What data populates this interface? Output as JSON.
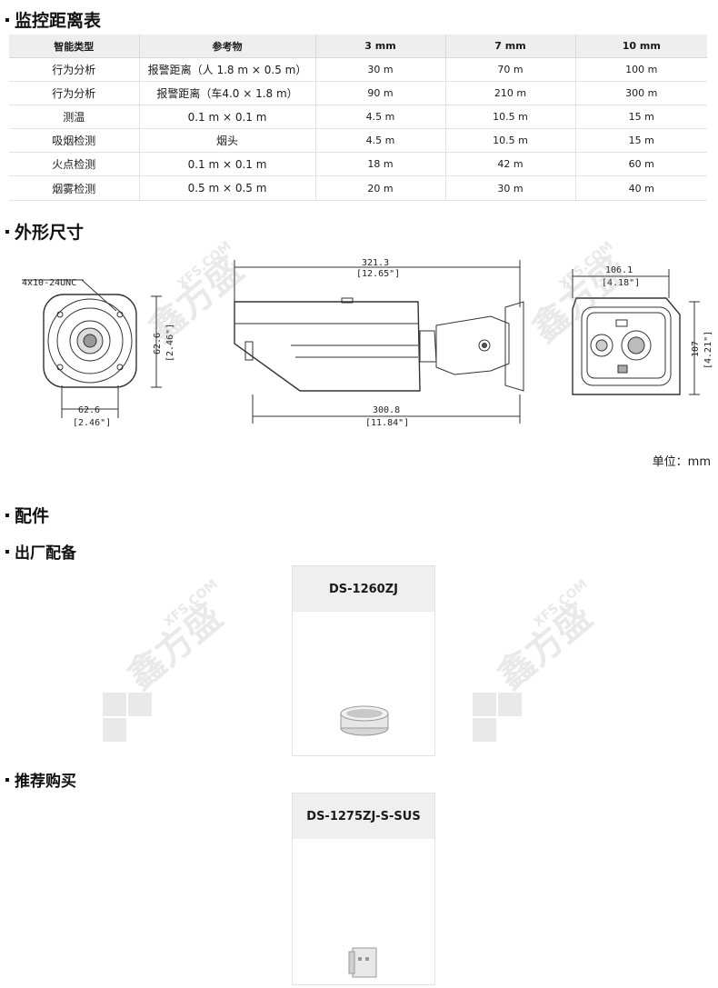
{
  "sections": {
    "distance": "监控距离表",
    "dimensions": "外形尺寸",
    "accessories": "配件",
    "factory": "出厂配备",
    "recommended": "推荐购买"
  },
  "table": {
    "headers": [
      "智能类型",
      "参考物",
      "3 mm",
      "7 mm",
      "10 mm"
    ],
    "rows": [
      [
        "行为分析",
        "报警距离（人  1.8 m × 0.5 m）",
        "30 m",
        "70 m",
        "100 m"
      ],
      [
        "行为分析",
        "报警距离（车4.0 × 1.8 m）",
        "90 m",
        "210 m",
        "300 m"
      ],
      [
        "测温",
        "0.1 m × 0.1 m",
        "4.5 m",
        "10.5 m",
        "15 m"
      ],
      [
        "吸烟检测",
        "烟头",
        "4.5 m",
        "10.5 m",
        "15 m"
      ],
      [
        "火点检测",
        "0.1 m × 0.1 m",
        "18 m",
        "42 m",
        "60 m"
      ],
      [
        "烟雾检测",
        "0.5 m × 0.5 m",
        "20 m",
        "30 m",
        "40 m"
      ]
    ]
  },
  "drawing": {
    "thread": "4x10-24UNC",
    "front_h": "62.6",
    "front_h_in": "[2.46\"]",
    "front_w": "62.6",
    "front_w_in": "[2.46\"]",
    "total_len": "321.3",
    "total_len_in": "[12.65\"]",
    "body_len": "300.8",
    "body_len_in": "[11.84\"]",
    "back_w": "106.1",
    "back_w_in": "[4.18\"]",
    "back_h": "107",
    "back_h_in": "[4.21\"]"
  },
  "unit": "单位：mm",
  "factory_item": {
    "model": "DS-1260ZJ"
  },
  "recommended_item": {
    "model": "DS-1275ZJ-S-SUS"
  },
  "watermark": {
    "text": "鑫方盛",
    "sub": "XFS.COM"
  }
}
